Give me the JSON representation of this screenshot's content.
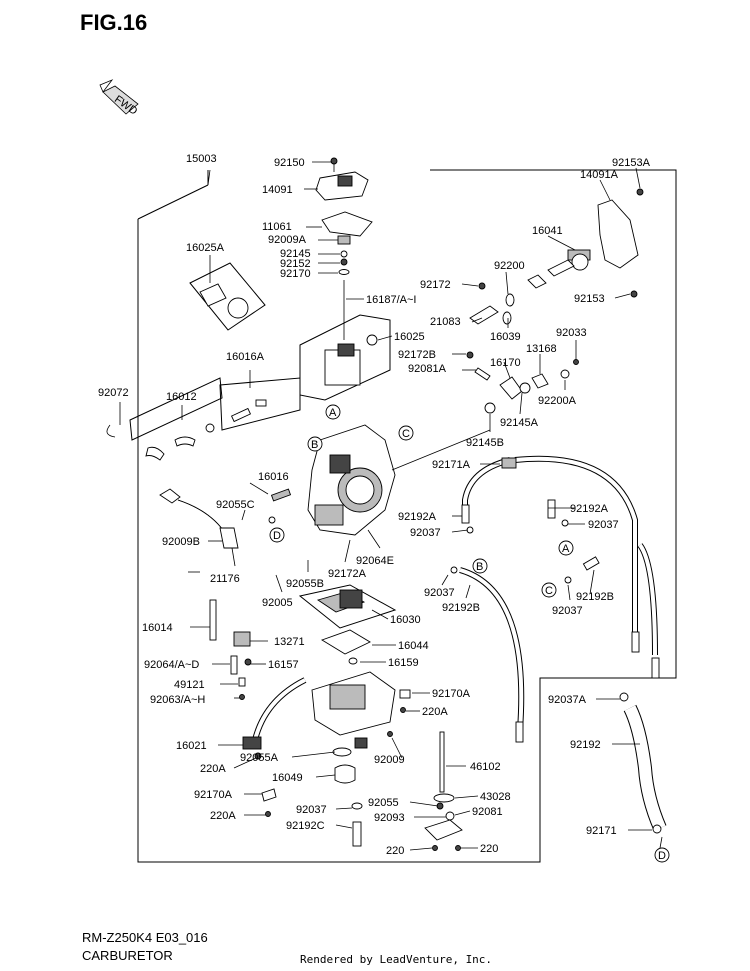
{
  "figure": {
    "title": "FIG.16",
    "fwd_label": "FWD"
  },
  "footer": {
    "model": "RM-Z250K4 E03_016",
    "section": "CARBURETOR",
    "credit": "Rendered by LeadVenture, Inc."
  },
  "callouts": {
    "A": "A",
    "B": "B",
    "C": "C",
    "D": "D"
  },
  "labels": {
    "l15003": "15003",
    "l92150": "92150",
    "l14091": "14091",
    "l11061": "11061",
    "l92009A": "92009A",
    "l92145": "92145",
    "l92152": "92152",
    "l92170": "92170",
    "l16025A": "16025A",
    "l16187": "16187/A~I",
    "l16025": "16025",
    "l92153A": "92153A",
    "l14091A": "14091A",
    "l16041": "16041",
    "l92153": "92153",
    "l92172": "92172",
    "l92200": "92200",
    "l21083": "21083",
    "l16039": "16039",
    "l92172B": "92172B",
    "l16170": "16170",
    "l92081A": "92081A",
    "l13168": "13168",
    "l92033": "92033",
    "l92200A": "92200A",
    "l92145A": "92145A",
    "l92145B": "92145B",
    "l16016A": "16016A",
    "l92072": "92072",
    "l16012": "16012",
    "l16016": "16016",
    "l92055C": "92055C",
    "l92009B": "92009B",
    "l21176": "21176",
    "l92171A": "92171A",
    "l92192A_left": "92192A",
    "l92192A_right": "92192A",
    "l92037_a": "92037",
    "l92037_b": "92037",
    "l92037_c": "92037",
    "l92037_d": "92037",
    "l92064E": "92064E",
    "l92172A": "92172A",
    "l92055B": "92055B",
    "l92005": "92005",
    "l92192B_left": "92192B",
    "l92192B_right": "92192B",
    "l16030": "16030",
    "l16014": "16014",
    "l13271": "13271",
    "l16044": "16044",
    "l92064AD": "92064/A~D",
    "l16157": "16157",
    "l16159": "16159",
    "l49121": "49121",
    "l92063AH": "92063/A~H",
    "l92170A_right": "92170A",
    "l220A_right": "220A",
    "l16021": "16021",
    "l92055A": "92055A",
    "l92009": "92009",
    "l220A_left": "220A",
    "l16049": "16049",
    "l46102": "46102",
    "l92170A_left": "92170A",
    "l92037_e": "92037",
    "l92055": "92055",
    "l43028": "43028",
    "l220A_left2": "220A",
    "l92192C": "92192C",
    "l92093": "92093",
    "l92081": "92081",
    "l220_left": "220",
    "l220_right": "220",
    "l92037A": "92037A",
    "l92192": "92192",
    "l92171": "92171"
  }
}
